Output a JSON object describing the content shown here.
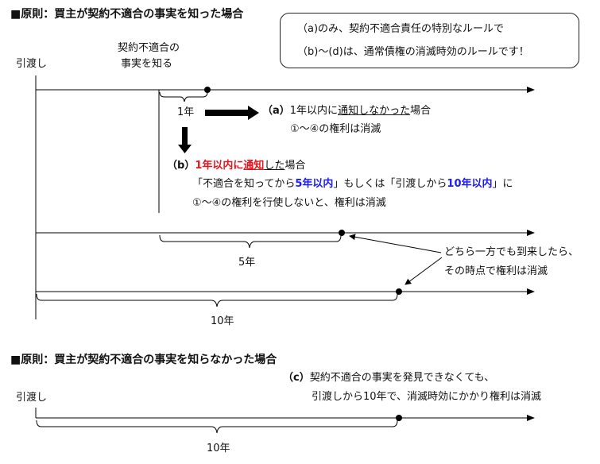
{
  "section1": {
    "title": "■原則：買主が契約不適合の事実を知った場合",
    "callout": {
      "line1": "（a)のみ、契約不適合責任の特別なルールで",
      "line2": "（b)～(d)は、通常債権の消滅時効のルールです！"
    },
    "handover_label": "引渡し",
    "knowledge_label_line1": "契約不適合の",
    "knowledge_label_line2": "事実を知る",
    "one_year_label": "1年",
    "case_a": {
      "prefix": "（a）",
      "text_before": "1年以内に",
      "text_underlined": "通知しなかった",
      "text_after": "場合",
      "line2": "①～④の権利は消滅"
    },
    "case_b": {
      "prefix": "（b）",
      "red_part": "1年以内に",
      "red_underlined": "通知",
      "underlined_rest": "した",
      "text_after": "場合",
      "line2_a": "「不適合を知ってから",
      "line2_b": "5年以内",
      "line2_c": "」もしくは「引渡しから",
      "line2_d": "10年以内",
      "line2_e": "」に",
      "line3": "①～④の権利を行使しないと、権利は消滅"
    },
    "five_year_label": "5年",
    "ten_year_label": "10年",
    "note_line1": "どちら一方でも到来したら、",
    "note_line2": "その時点で権利は消滅"
  },
  "section2": {
    "title": "■原則：買主が契約不適合の事実を知らなかった場合",
    "case_c": {
      "prefix": "（c）",
      "line1": "契約不適合の事実を発見できなくても、",
      "line2": "引渡しから10年で、消滅時効にかかり権利は消滅"
    },
    "handover_label": "引渡し",
    "ten_year_label": "10年"
  },
  "colors": {
    "red": "#e8141b",
    "blue": "#1a1aff",
    "line": "#000000"
  }
}
